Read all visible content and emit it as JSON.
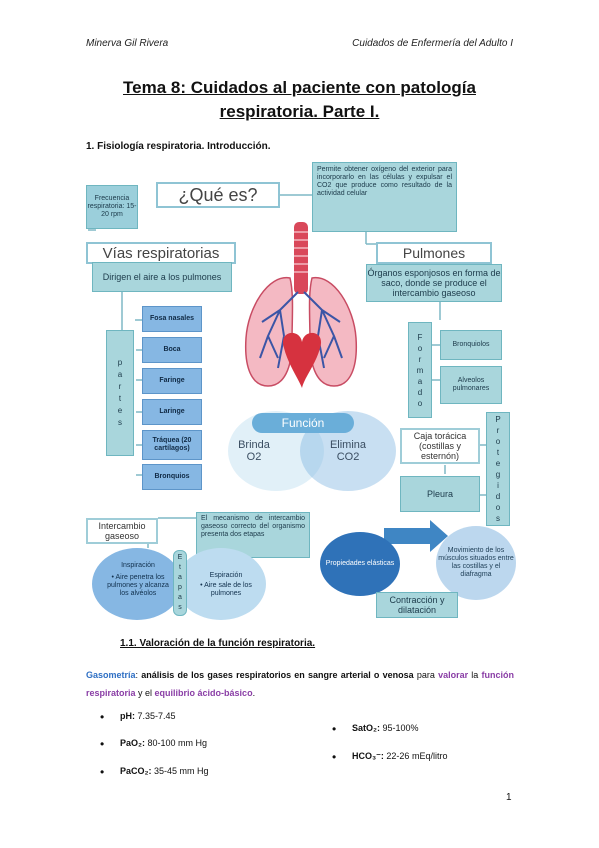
{
  "header": {
    "author": "Minerva Gil Rivera",
    "course": "Cuidados de Enfermería del Adulto I"
  },
  "title": {
    "line1": "Tema 8: Cuidados al paciente con patología",
    "line2": "respiratoria. Parte I."
  },
  "section1": "1. Fisiología respiratoria. Introducción.",
  "diagram": {
    "frecuencia": "Frecuencia respiratoria: 15-20 rpm",
    "que_es": "¿Qué es?",
    "definicion": "Permite obtener oxígeno del exterior para incorporarlo en las células y expulsar el CO2 que produce como resultado de la actividad celular",
    "vias": "Vías respiratorias",
    "vias_desc": "Dirigen el aire a los pulmones",
    "partes": [
      "p",
      "a",
      "r",
      "t",
      "e",
      "s"
    ],
    "partes_items": [
      "Fosa nasales",
      "Boca",
      "Faringe",
      "Laringe",
      "Tráquea (20 cartílagos)",
      "Bronquios"
    ],
    "pulmones": "Pulmones",
    "pulmones_desc": "Órganos esponjosos en forma de saco, donde se produce el intercambio gaseoso",
    "formado": [
      "F",
      "o",
      "r",
      "m",
      "a",
      "d",
      "o"
    ],
    "formado_items": [
      "Bronquiolos",
      "Alveolos pulmonares"
    ],
    "protegidos": [
      "P",
      "r",
      "o",
      "t",
      "e",
      "g",
      "i",
      "d",
      "o",
      "s"
    ],
    "protegidos_items": [
      "Caja torácica (costillas y esternón)",
      "Pleura"
    ],
    "funcion": "Función",
    "brinda": "Brinda O2",
    "elimina": "Elimina CO2",
    "mecanismo": "El mecanismo de intercambio gaseoso correcto del organismo presenta dos etapas",
    "intercambio": "Intercambio gaseoso",
    "inspiracion_title": "Inspiración",
    "inspiracion": "• Aire penetra los pulmones y alcanza los alvéolos",
    "etapas": [
      "E",
      "t",
      "a",
      "p",
      "a",
      "s"
    ],
    "espiracion_title": "Espiración",
    "espiracion": "• Aire sale de los pulmones",
    "propiedades": "Propiedades elásticas",
    "movimiento": "Movimiento de los músculos situados entre las costillas y el diafragma",
    "contraccion": "Contracción y dilatación"
  },
  "section11": "1.1. Valoración de la función respiratoria.",
  "gasometria": {
    "term": "Gasometría",
    "colon": ": ",
    "t1": "análisis de los gases respiratorios en sangre arterial o venosa",
    "t2": " para ",
    "valorar": "valorar",
    "t3": " la ",
    "funcion": "función respiratoria",
    "t4": " y el ",
    "equilibrio": "equilibrio ácido-básico",
    "end": "."
  },
  "values": [
    {
      "label": "pH:",
      "value": " 7.35-7.45"
    },
    {
      "label": "PaO₂:",
      "value": " 80-100 mm Hg"
    },
    {
      "label": "PaCO₂:",
      "value": " 35-45 mm Hg"
    },
    {
      "label": "SatO₂:",
      "value": " 95-100%"
    },
    {
      "label": "HCO₃⁻:",
      "value": " 22-26 mEq/litro"
    }
  ],
  "page_number": "1"
}
